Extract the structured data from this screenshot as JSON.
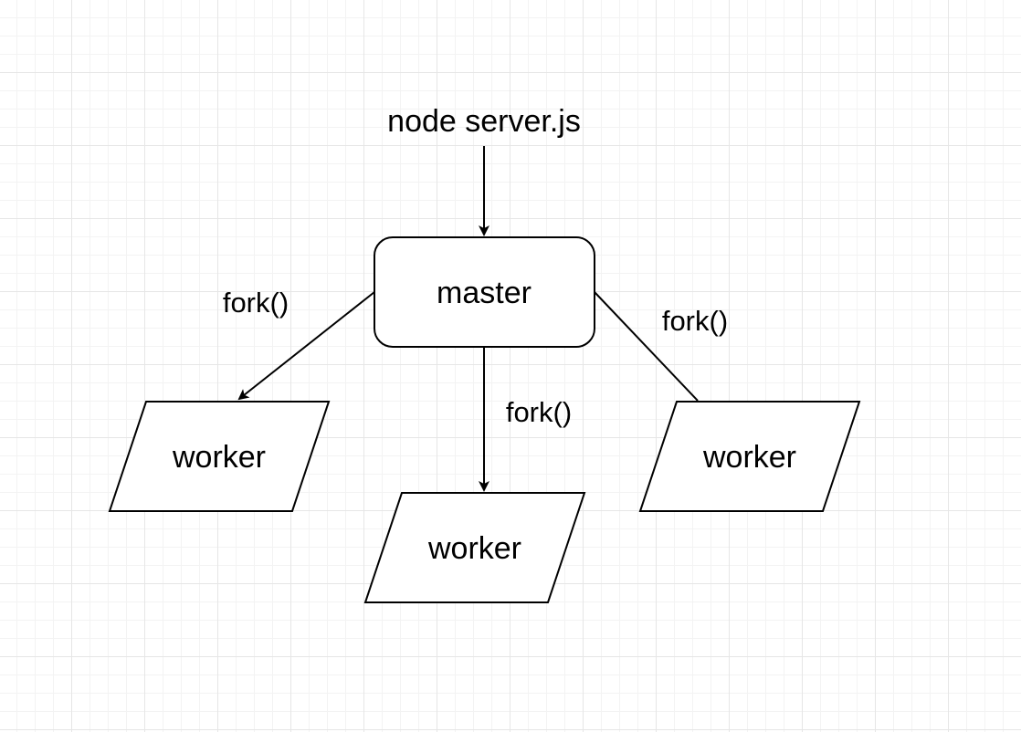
{
  "diagram": {
    "entry_label": "node server.js",
    "master": {
      "label": "master"
    },
    "workers": [
      {
        "label": "worker"
      },
      {
        "label": "worker"
      },
      {
        "label": "worker"
      }
    ],
    "edges": [
      {
        "from": "entry",
        "to": "master",
        "label": "",
        "arrow": true
      },
      {
        "from": "master",
        "to": "worker-left",
        "label": "fork()",
        "arrow": true
      },
      {
        "from": "master",
        "to": "worker-center",
        "label": "fork()",
        "arrow": true
      },
      {
        "from": "master",
        "to": "worker-right",
        "label": "fork()",
        "arrow": false
      }
    ]
  }
}
